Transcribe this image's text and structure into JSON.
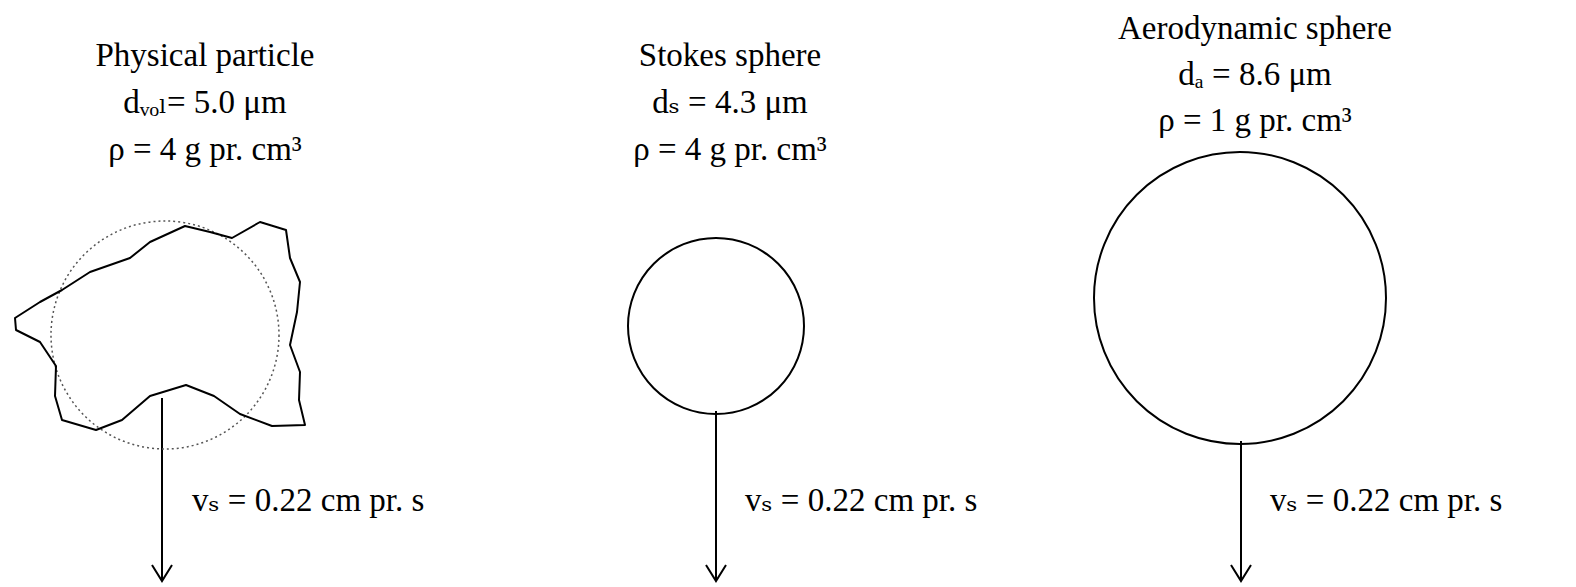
{
  "diagram": {
    "nodes": [
      {
        "text": [
          "Physical particle",
          "dᵥₒₗ= 5.0 μm",
          "ρ = 4 g pr. cm³"
        ]
      },
      {
        "text": [
          "Stokes sphere",
          "dₛ = 4.3 μm",
          "ρ = 4 g pr. cm³"
        ]
      },
      {
        "text": [
          "Aerodynamic sphere",
          "dₐ = 8.6 μm",
          "ρ = 1 g pr. cm³"
        ]
      }
    ],
    "labels": [
      "vₛ = 0.22 cm pr. s",
      "vₛ = 0.22 cm pr. s",
      "vₛ = 0.22 cm pr. s"
    ]
  }
}
